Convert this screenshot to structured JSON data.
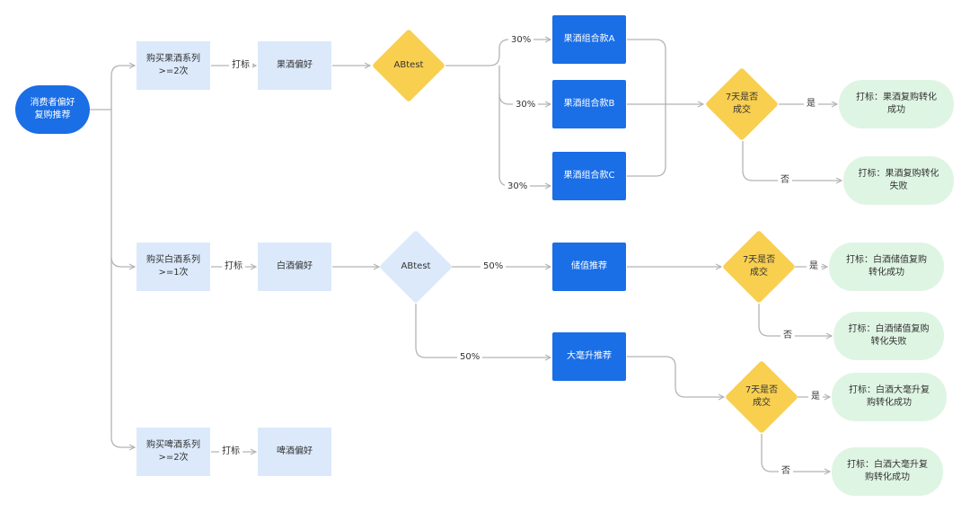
{
  "start": "消费者偏好复购推荐",
  "branch_labels": {
    "tag": "打标",
    "yes": "是",
    "no": "否"
  },
  "fruit": {
    "condition": "购买果酒系列>=2次",
    "preference": "果酒偏好",
    "test": "ABtest",
    "splits": [
      "30%",
      "30%",
      "30%"
    ],
    "options": [
      "果酒组合款A",
      "果酒组合款B",
      "果酒组合款C"
    ],
    "decision": "7天是否成交",
    "success": "打标：果酒复购转化成功",
    "fail": "打标：果酒复购转化失败"
  },
  "baijiu": {
    "condition": "购买白酒系列>=1次",
    "preference": "白酒偏好",
    "test": "ABtest",
    "splits": [
      "50%",
      "50%"
    ],
    "options": [
      "储值推荐",
      "大毫升推荐"
    ],
    "decision_stored": "7天是否成交",
    "stored_success": "打标：白酒储值复购转化成功",
    "stored_fail": "打标：白酒储值复购转化失败",
    "decision_large": "7天是否成交",
    "large_success": "打标：白酒大毫升复购转化成功",
    "large_fail": "打标：白酒大毫升复购转化成功"
  },
  "beer": {
    "condition": "购买啤酒系列>=2次",
    "preference": "啤酒偏好"
  },
  "colors": {
    "primary": "#1a6ee6",
    "condition": "#dbe9fb",
    "decision": "#f9cf50",
    "test_light": "#dbe9fb",
    "result": "#dff5e3",
    "line": "#b4b4b4"
  }
}
